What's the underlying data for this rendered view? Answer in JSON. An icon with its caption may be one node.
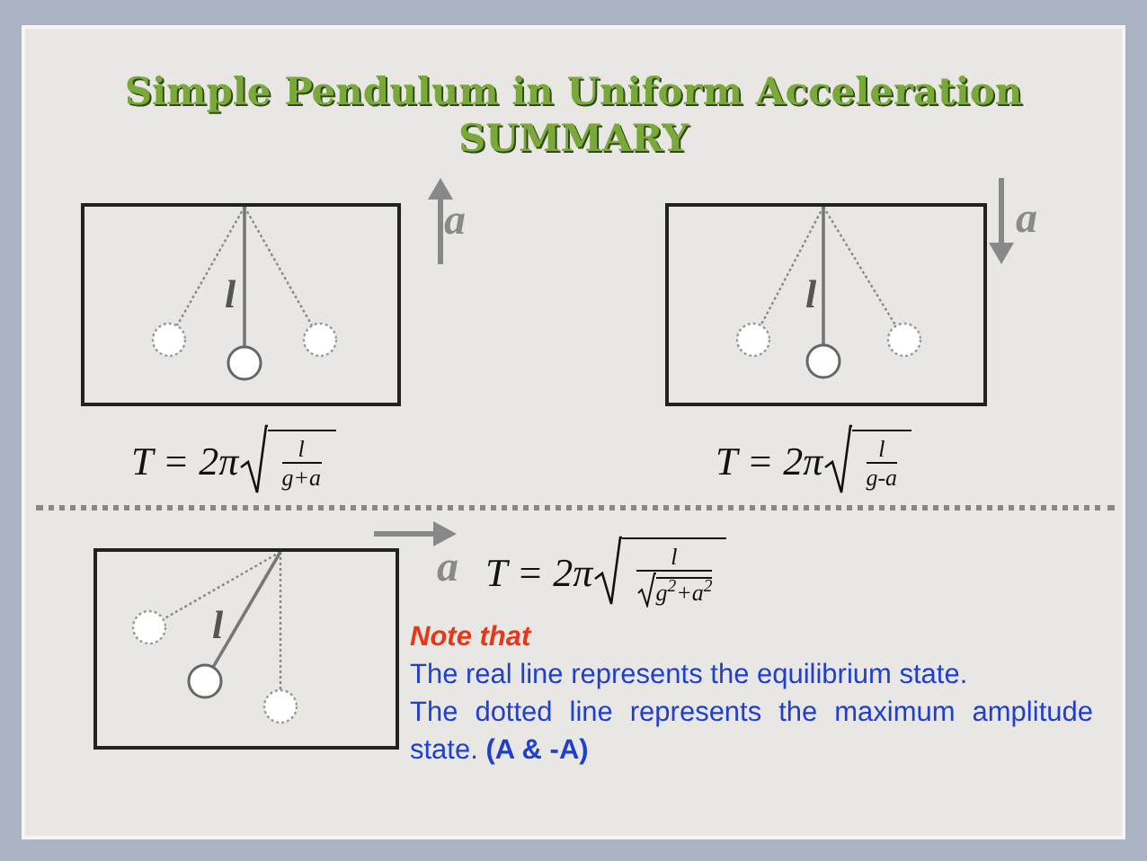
{
  "diagram": {
    "title": "Simple Pendulum in Uniform Acceleration SUMMARY",
    "nodes": [
      {
        "text": [
          "l"
        ]
      },
      {
        "text": [
          "l"
        ]
      },
      {
        "text": [
          "l"
        ]
      }
    ],
    "labels": [
      "a",
      "T = 2π",
      "l",
      "g+a",
      "a",
      "T = 2π",
      "l",
      "g-a",
      "a",
      "T = 2π",
      "l",
      "g$^{2}$+a$^{2}$",
      "Note that",
      "The real line represents the equilibrium state.",
      "The dotted line represents the maximum amplitude state. **(A & -A)**"
    ]
  }
}
